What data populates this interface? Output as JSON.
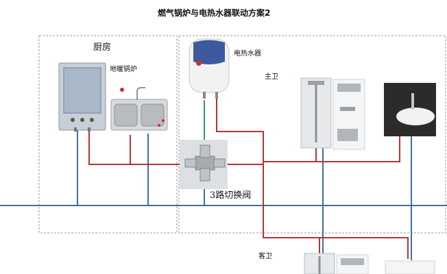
{
  "title": "燃气锅炉与电热水器联动方案2",
  "rooms": {
    "kitchen": "厨房",
    "master_bath": "主卫",
    "guest_bath": "客卫"
  },
  "devices": {
    "boiler": "地暖锅炉",
    "water_heater": "电热水器",
    "valve": "3路切换阀"
  },
  "colors": {
    "cold_pipe": "#3d6f9e",
    "hot_pipe": "#b83232",
    "green_pipe": "#2e9e5b",
    "boundary": "#9a9a9a"
  }
}
